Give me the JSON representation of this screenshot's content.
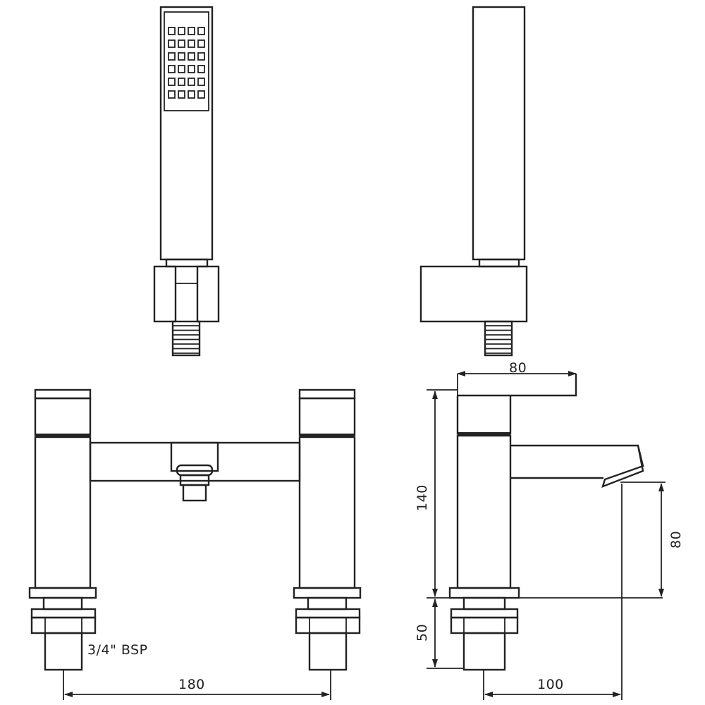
{
  "drawing": {
    "thread_label": "3/4\" BSP",
    "dimensions": {
      "spout_width": "80",
      "body_height": "140",
      "spout_height": "80",
      "tail_length": "50",
      "centres": "180",
      "projection": "100"
    }
  }
}
